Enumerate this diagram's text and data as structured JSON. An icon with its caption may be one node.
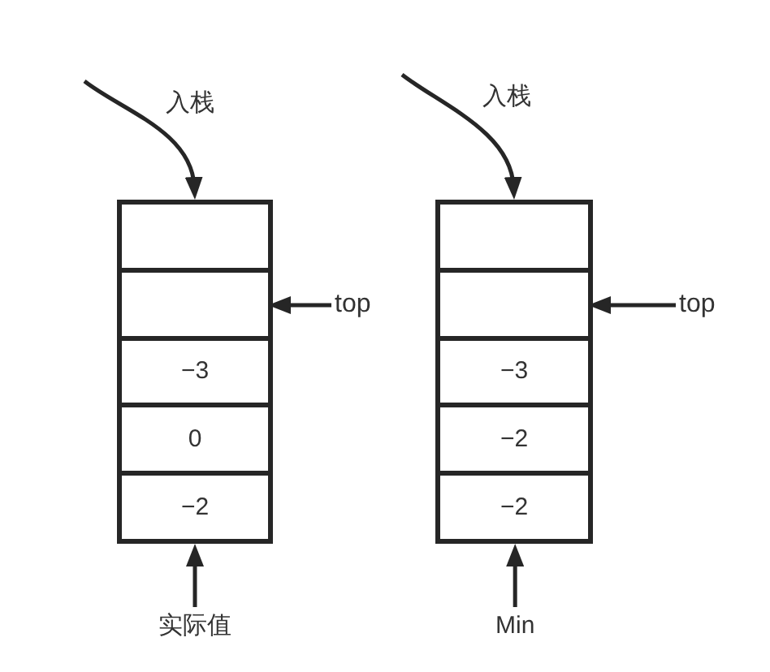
{
  "diagram": {
    "nodes": [
      {
        "text": [],
        "shape": "box"
      },
      {
        "text": [],
        "shape": "box",
        "in": 0
      },
      {
        "text": [],
        "shape": "box",
        "in": 0
      },
      {
        "text": [
          "−3"
        ],
        "in": 0
      },
      {
        "text": [
          "0"
        ],
        "in": 0
      },
      {
        "text": [
          "−2"
        ],
        "in": 0
      },
      {
        "text": [
          "top"
        ]
      },
      {
        "text": [
          "实际值"
        ]
      },
      {
        "text": [],
        "shape": "box"
      },
      {
        "text": [],
        "shape": "box",
        "in": 8
      },
      {
        "text": [],
        "shape": "box",
        "in": 8
      },
      {
        "text": [
          "−3"
        ],
        "in": 8
      },
      {
        "text": [
          "−2"
        ],
        "in": 8
      },
      {
        "text": [
          "−2"
        ],
        "in": 8
      },
      {
        "text": [
          "top"
        ]
      },
      {
        "text": [
          "Min"
        ]
      }
    ],
    "edges": [
      {
        "from": null,
        "to": 0,
        "arrow": "to",
        "label": "入栈"
      },
      {
        "from": 6,
        "to": 2,
        "arrow": "to"
      },
      {
        "from": 7,
        "to": 0,
        "arrow": "to"
      },
      {
        "from": null,
        "to": 8,
        "arrow": "to",
        "label": "入栈"
      },
      {
        "from": 14,
        "to": 10,
        "arrow": "to"
      },
      {
        "from": 15,
        "to": 8,
        "arrow": "to"
      }
    ]
  }
}
